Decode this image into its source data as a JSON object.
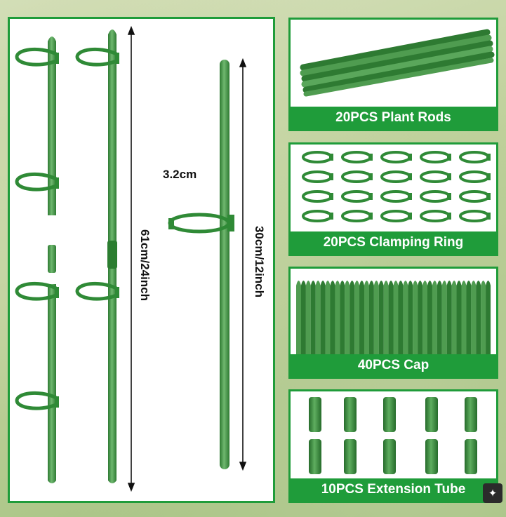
{
  "main": {
    "length_long": "61cm/24inch",
    "length_short": "30cm/12inch",
    "ring_width": "3.2cm"
  },
  "panels": [
    {
      "label": "20PCS Plant Rods"
    },
    {
      "label": "20PCS Clamping Ring"
    },
    {
      "label": "40PCS Cap"
    },
    {
      "label": "10PCS Extension Tube"
    }
  ],
  "colors": {
    "accent": "#1f9c3a",
    "rod": "#3d8a3d",
    "rod_light": "#66b266"
  },
  "icons": [
    "magic-wand-icon"
  ]
}
